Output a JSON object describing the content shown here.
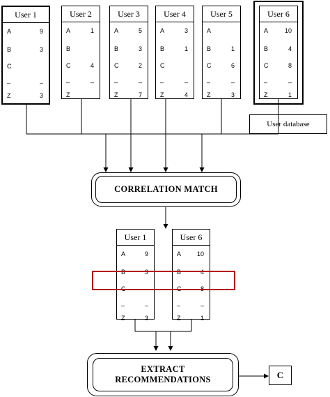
{
  "users": [
    {
      "label": "User 1",
      "rows": [
        [
          "A",
          "9"
        ],
        [
          "B",
          "3"
        ],
        [
          "C",
          ""
        ],
        [
          "–",
          "–"
        ],
        [
          "Z",
          "3"
        ]
      ]
    },
    {
      "label": "User 2",
      "rows": [
        [
          "A",
          "1"
        ],
        [
          "B",
          ""
        ],
        [
          "C",
          "4"
        ],
        [
          "–",
          "–"
        ],
        [
          "Z",
          ""
        ]
      ]
    },
    {
      "label": "User 3",
      "rows": [
        [
          "A",
          "5"
        ],
        [
          "B",
          "3"
        ],
        [
          "C",
          "2"
        ],
        [
          "–",
          "–"
        ],
        [
          "Z",
          "7"
        ]
      ]
    },
    {
      "label": "User 4",
      "rows": [
        [
          "A",
          "3"
        ],
        [
          "B",
          "1"
        ],
        [
          "C",
          ""
        ],
        [
          "–",
          "–"
        ],
        [
          "Z",
          "4"
        ]
      ]
    },
    {
      "label": "User 5",
      "rows": [
        [
          "A",
          ""
        ],
        [
          "B",
          "1"
        ],
        [
          "C",
          "6"
        ],
        [
          "–",
          "–"
        ],
        [
          "Z",
          "3"
        ]
      ]
    },
    {
      "label": "User 6",
      "rows": [
        [
          "A",
          "10"
        ],
        [
          "B",
          "4"
        ],
        [
          "C",
          "8"
        ],
        [
          "–",
          "–"
        ],
        [
          "Z",
          "1"
        ]
      ]
    }
  ],
  "database_label": "User database",
  "correlation_label": "CORRELATION MATCH",
  "matched": [
    {
      "label": "User 1",
      "rows": [
        [
          "A",
          "9"
        ],
        [
          "B",
          "3"
        ],
        [
          "C",
          ""
        ],
        [
          "–",
          "–"
        ],
        [
          "Z",
          "3"
        ]
      ]
    },
    {
      "label": "User 6",
      "rows": [
        [
          "A",
          "10"
        ],
        [
          "B",
          "4"
        ],
        [
          "C",
          "8"
        ],
        [
          "–",
          "–"
        ],
        [
          "Z",
          "1"
        ]
      ]
    }
  ],
  "extract_label_line1": "EXTRACT",
  "extract_label_line2": "RECOMMENDATIONS",
  "result_label": "C",
  "highlight_color": "#b3191d"
}
